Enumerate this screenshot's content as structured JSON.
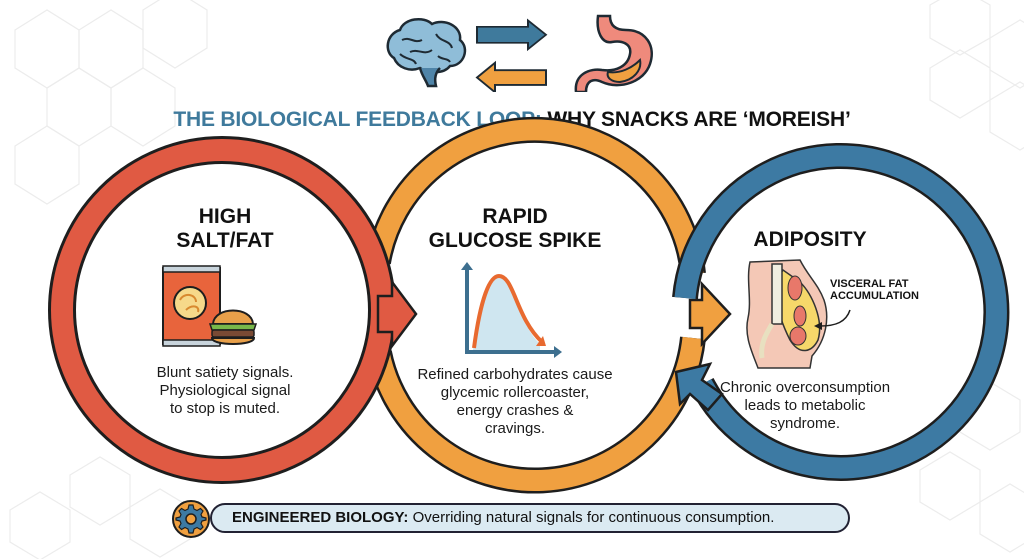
{
  "title": {
    "part1": "THE BIOLOGICAL FEEDBACK LOOP:",
    "part2": "WHY SNACKS ARE ‘MOREISH’"
  },
  "header_icons": [
    "brain-icon",
    "arrow-right-icon",
    "arrow-left-icon",
    "stomach-icon"
  ],
  "stages": [
    {
      "heading_lines": [
        "HIGH",
        "SALT/FAT"
      ],
      "icon": "snack-bag-burger-icon",
      "description_lines": [
        "Blunt satiety signals.",
        "Physiological signal",
        "to stop is muted."
      ],
      "color": "#e05a43"
    },
    {
      "heading_lines": [
        "RAPID",
        "GLUCOSE SPIKE"
      ],
      "icon": "glucose-spike-graph-icon",
      "description_lines": [
        "Refined carbohydrates cause",
        "glycemic rollercoaster,",
        "energy crashes &",
        "cravings."
      ],
      "color": "#f0a040"
    },
    {
      "heading_lines": [
        "ADIPOSITY"
      ],
      "icon": "abdomen-cross-section-icon",
      "annotation_lines": [
        "VISCERAL FAT",
        "ACCUMULATION"
      ],
      "description_lines": [
        "Chronic overconsumption",
        "leads to metabolic",
        "syndrome."
      ],
      "color": "#3d7aa3"
    }
  ],
  "footer": {
    "icon": "gear-icon",
    "bold": "ENGINEERED BIOLOGY:",
    "text": " Overriding natural signals for continuous consumption."
  },
  "colors": {
    "title_blue": "#3f7a9c",
    "red": "#e05a43",
    "orange": "#f0a040",
    "blue": "#3d7aa3",
    "footer_bg": "#dbeaf2"
  }
}
